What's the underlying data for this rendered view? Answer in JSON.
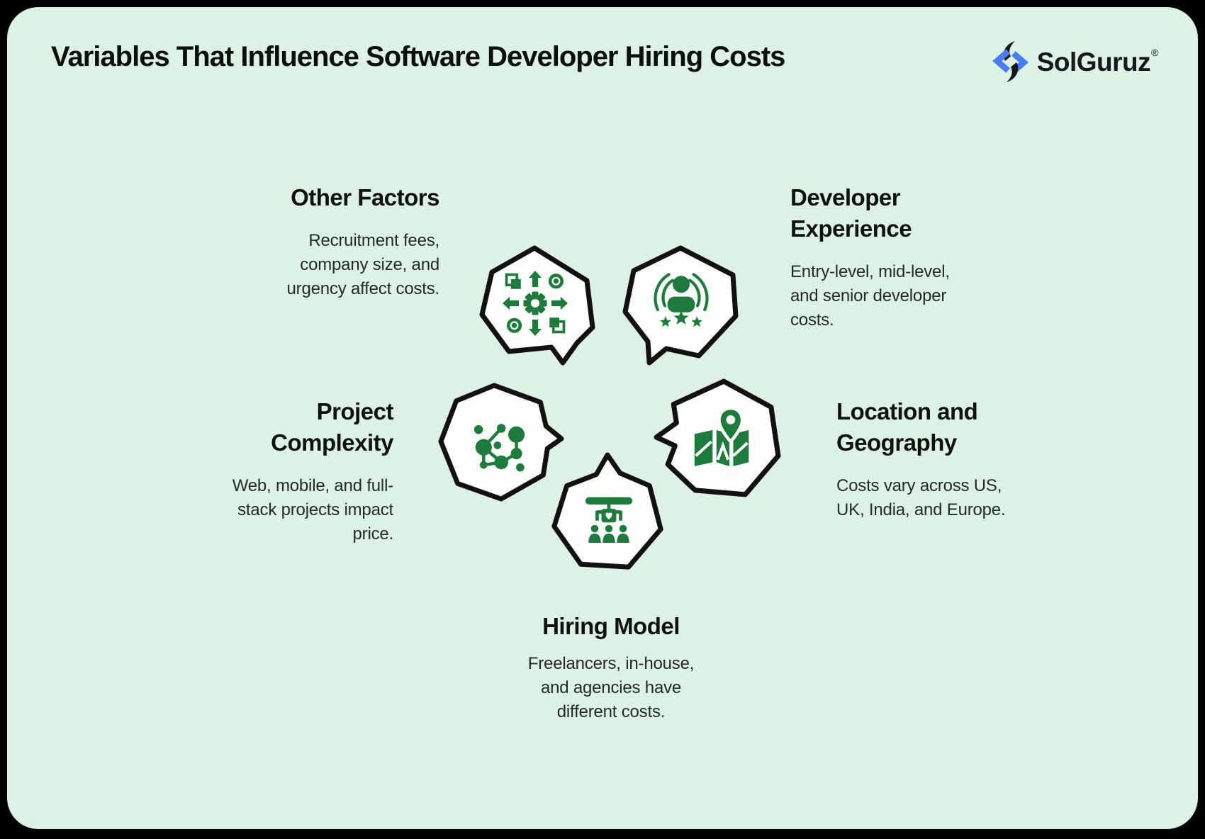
{
  "page": {
    "title": "Variables That Influence Software Developer Hiring Costs",
    "background_color": "#ddf1e4",
    "frame_color": "#000000",
    "icon_green": "#1e7b3d",
    "bubble_fill": "#fcfefc",
    "bubble_stroke": "#111111"
  },
  "logo": {
    "text": "SolGuruz",
    "reg": "®",
    "mark_blue": "#4a7df2",
    "mark_black": "#15181c"
  },
  "factors": [
    {
      "id": "other-factors",
      "title": "Other Factors",
      "description": "Recruitment fees,\ncompany size, and\nurgency affect costs.",
      "icon": "distribution-gear-icon",
      "align": "right"
    },
    {
      "id": "developer-experience",
      "title": "Developer\nExperience",
      "description": "Entry-level, mid-level,\nand senior developer\ncosts.",
      "icon": "rated-person-icon",
      "align": "left"
    },
    {
      "id": "project-complexity",
      "title": "Project\nComplexity",
      "description": "Web, mobile, and full-\nstack projects impact\nprice.",
      "icon": "network-nodes-icon",
      "align": "right"
    },
    {
      "id": "location-and-geography",
      "title": "Location and\nGeography",
      "description": "Costs vary across US,\nUK, India, and Europe.",
      "icon": "map-pin-icon",
      "align": "left"
    },
    {
      "id": "hiring-model",
      "title": "Hiring Model",
      "description": "Freelancers, in-house,\nand agencies have\ndifferent costs.",
      "icon": "team-structure-icon",
      "align": "center"
    }
  ]
}
